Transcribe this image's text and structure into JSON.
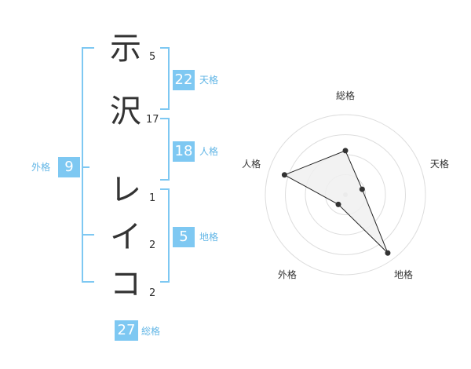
{
  "name_chars": [
    {
      "char": "示",
      "strokes": "5"
    },
    {
      "char": "沢",
      "strokes": "17"
    },
    {
      "char": "レ",
      "strokes": "1"
    },
    {
      "char": "イ",
      "strokes": "2"
    },
    {
      "char": "コ",
      "strokes": "2"
    }
  ],
  "fortunes": {
    "tenkaku": {
      "value": "22",
      "label": "天格"
    },
    "jinkaku": {
      "value": "18",
      "label": "人格"
    },
    "chikaku": {
      "value": "5",
      "label": "地格"
    },
    "gaikaku": {
      "value": "9",
      "label": "外格"
    },
    "soukaku": {
      "value": "27",
      "label": "総格"
    }
  },
  "colors": {
    "accent": "#7ec8f2",
    "accent_text": "#62b6e6",
    "polygon_fill": "#f0f0f0",
    "polygon_stroke": "#222222"
  },
  "chart_data": {
    "type": "radar",
    "axes": [
      "総格",
      "天格",
      "地格",
      "外格",
      "人格"
    ],
    "values": [
      0.55,
      0.22,
      0.9,
      0.15,
      0.8
    ],
    "rings": 4,
    "grid": true
  }
}
